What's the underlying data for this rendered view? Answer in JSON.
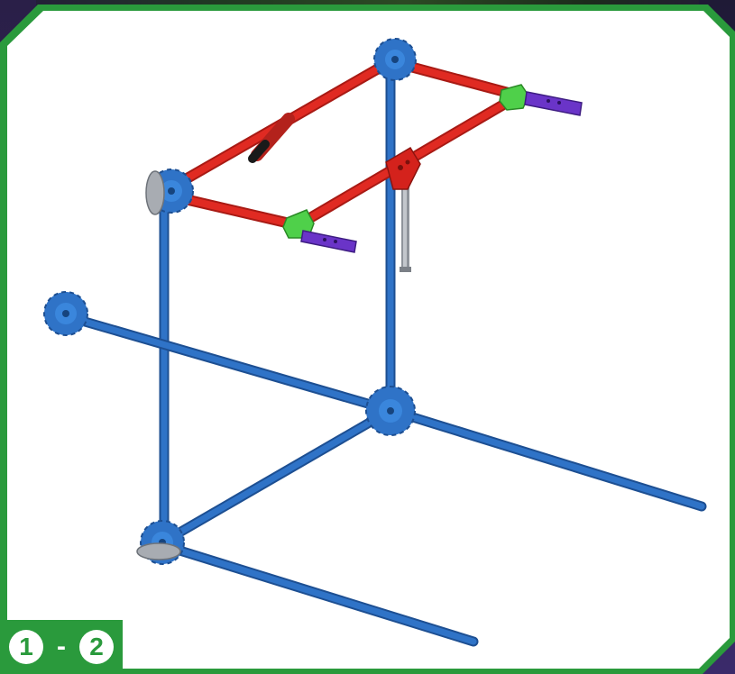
{
  "colors": {
    "frame_green": "#2a9a3c",
    "blue_rod": "#2f73c7",
    "red_rod": "#e02a22",
    "purple_part": "#6a34c8",
    "green_connector": "#4fd04a",
    "grey_part": "#a8acb2",
    "dark_end_cap": "#1a1a1a"
  },
  "step_badge": {
    "from_step": "1",
    "separator": "-",
    "to_step": "2"
  },
  "illustration": {
    "subject": "building-model",
    "parts": [
      "blue-rod",
      "red-rod",
      "blue-connector",
      "red-connector",
      "green-connector",
      "purple-part",
      "grey-rod",
      "grey-connector"
    ]
  }
}
